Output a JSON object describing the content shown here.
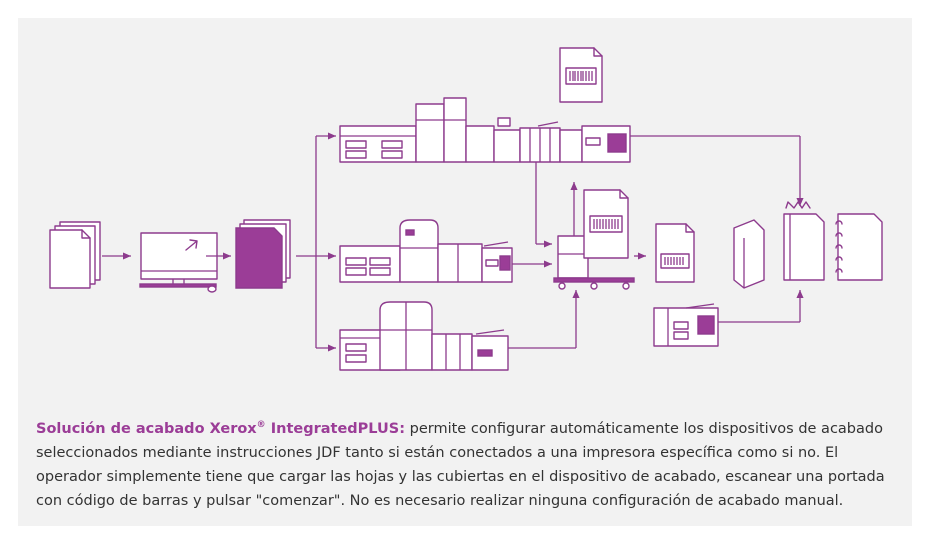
{
  "caption": {
    "title": "Solución de acabado Xerox",
    "title_mark": "®",
    "title_suffix": " IntegratedPLUS:",
    "body": " permite configurar automáticamente los dispositivos de acabado seleccionados mediante instrucciones JDF tanto si están conectados a una impresora específica como si no. El operador simplemente tiene que cargar las hojas y las cubiertas en el dispositivo de acabado, escanear una portada con código de barras y pulsar \"comenzar\". No es necesario realizar ninguna configuración de acabado manual."
  },
  "colors": {
    "accent": "#8d3b8d",
    "title": "#9b3d97",
    "panel": "#f2f2f2",
    "text": "#333333"
  }
}
